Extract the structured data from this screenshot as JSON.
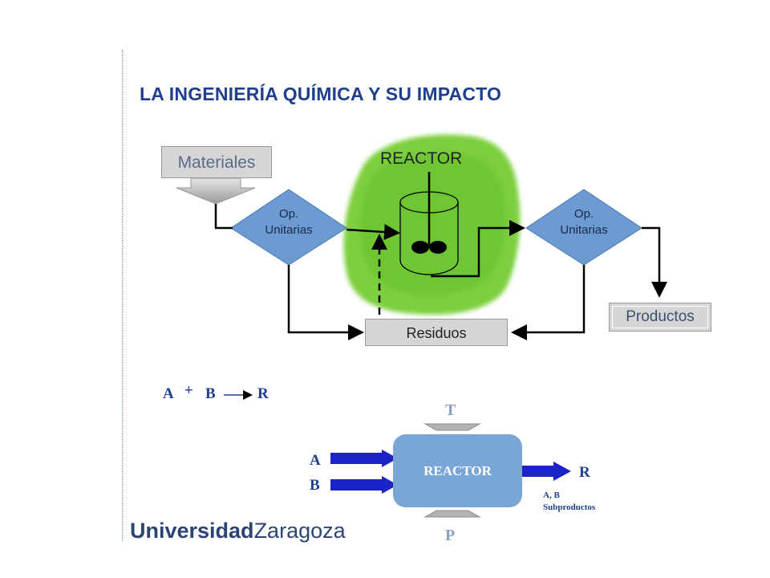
{
  "title": "LA INGENIERÍA QUÍMICA Y SU IMPACTO",
  "flow": {
    "materiales": "Materiales",
    "reactor_label": "REACTOR",
    "op_left_line1": "Op.",
    "op_left_line2": "Unitarias",
    "op_right_line1": "Op.",
    "op_right_line2": "Unitarias",
    "residuos": "Residuos",
    "productos": "Productos"
  },
  "equation": {
    "a": "A",
    "plus": "+",
    "b": "B",
    "r": "R"
  },
  "reactor_block": {
    "label": "REACTOR",
    "input_a": "A",
    "input_b": "B",
    "output_r": "R",
    "top": "T",
    "bottom": "P",
    "byproducts_line1": "A, B",
    "byproducts_line2": "Subproductos"
  },
  "logo": {
    "part1": "Universidad",
    "part2": "Zaragoza"
  },
  "colors": {
    "title": "#1f3e8c",
    "diamond": "#6c9bd2",
    "green_blob": "#7ccf3c",
    "reactor_block": "#7aa6d6",
    "arrow_blue": "#1a22c8",
    "box_gray": "#d6d6d6"
  }
}
